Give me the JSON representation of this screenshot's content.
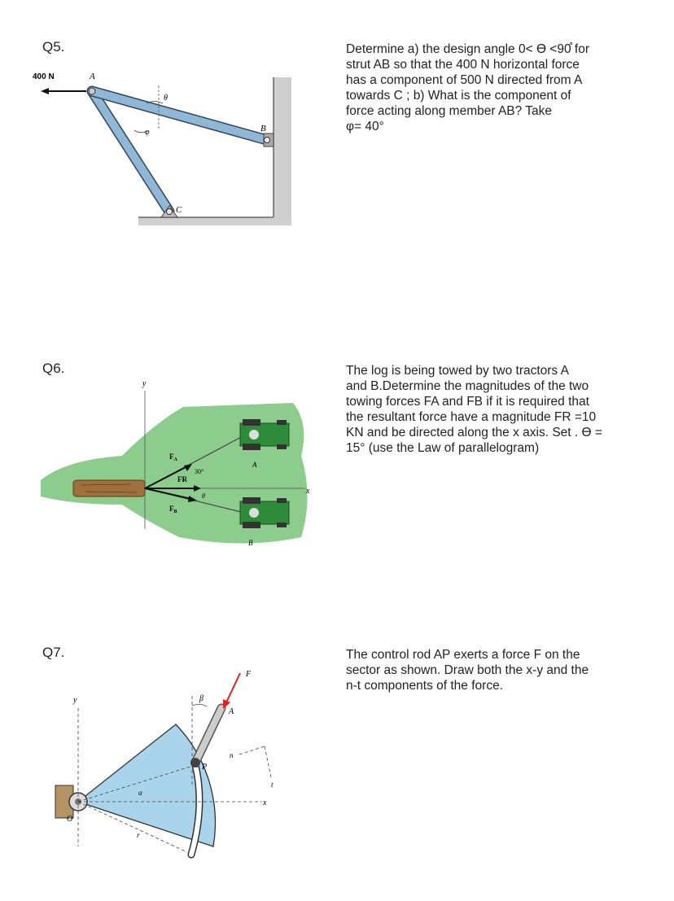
{
  "q5": {
    "label": "Q5.",
    "text_lines": [
      "Determine a) the design angle 0< ϴ <90̊ for",
      "strut AB so that the 400 N horizontal force",
      "has a component of 500 N directed from A",
      "towards C ; b) What is the component of",
      "force acting along member AB? Take",
      "φ= 40°"
    ],
    "figure": {
      "force_label": "400 N",
      "point_a": "A",
      "point_b": "B",
      "point_c": "C",
      "theta": "θ",
      "phi": "φ"
    }
  },
  "q6": {
    "label": "Q6.",
    "text_lines": [
      "The log is being towed by two tractors A",
      "and B.Determine the magnitudes of the two",
      "towing forces FA and FB if it is required that",
      "the resultant force have a magnitude FR =10",
      "KN and be directed along the x axis. Set . ϴ =",
      "15° (use the Law of parallelogram)"
    ],
    "figure": {
      "y_axis": "y",
      "x_axis": "x",
      "fa": "F",
      "fa_sub": "A",
      "fb": "F",
      "fb_sub": "B",
      "fr": "FR",
      "angle_30": "30°",
      "theta": "θ",
      "tractor_a": "A",
      "tractor_b": "B"
    }
  },
  "q7": {
    "label": "Q7.",
    "text_lines": [
      "The control rod AP exerts a force F on the",
      "sector as shown. Draw both the x-y and the",
      "n-t components of the force."
    ],
    "figure": {
      "y_axis": "y",
      "x_axis": "x",
      "force": "F",
      "beta": "β",
      "point_a": "A",
      "point_p": "P",
      "n_axis": "n",
      "t_axis": "t",
      "alpha": "α",
      "origin": "O",
      "radius": "r"
    }
  }
}
